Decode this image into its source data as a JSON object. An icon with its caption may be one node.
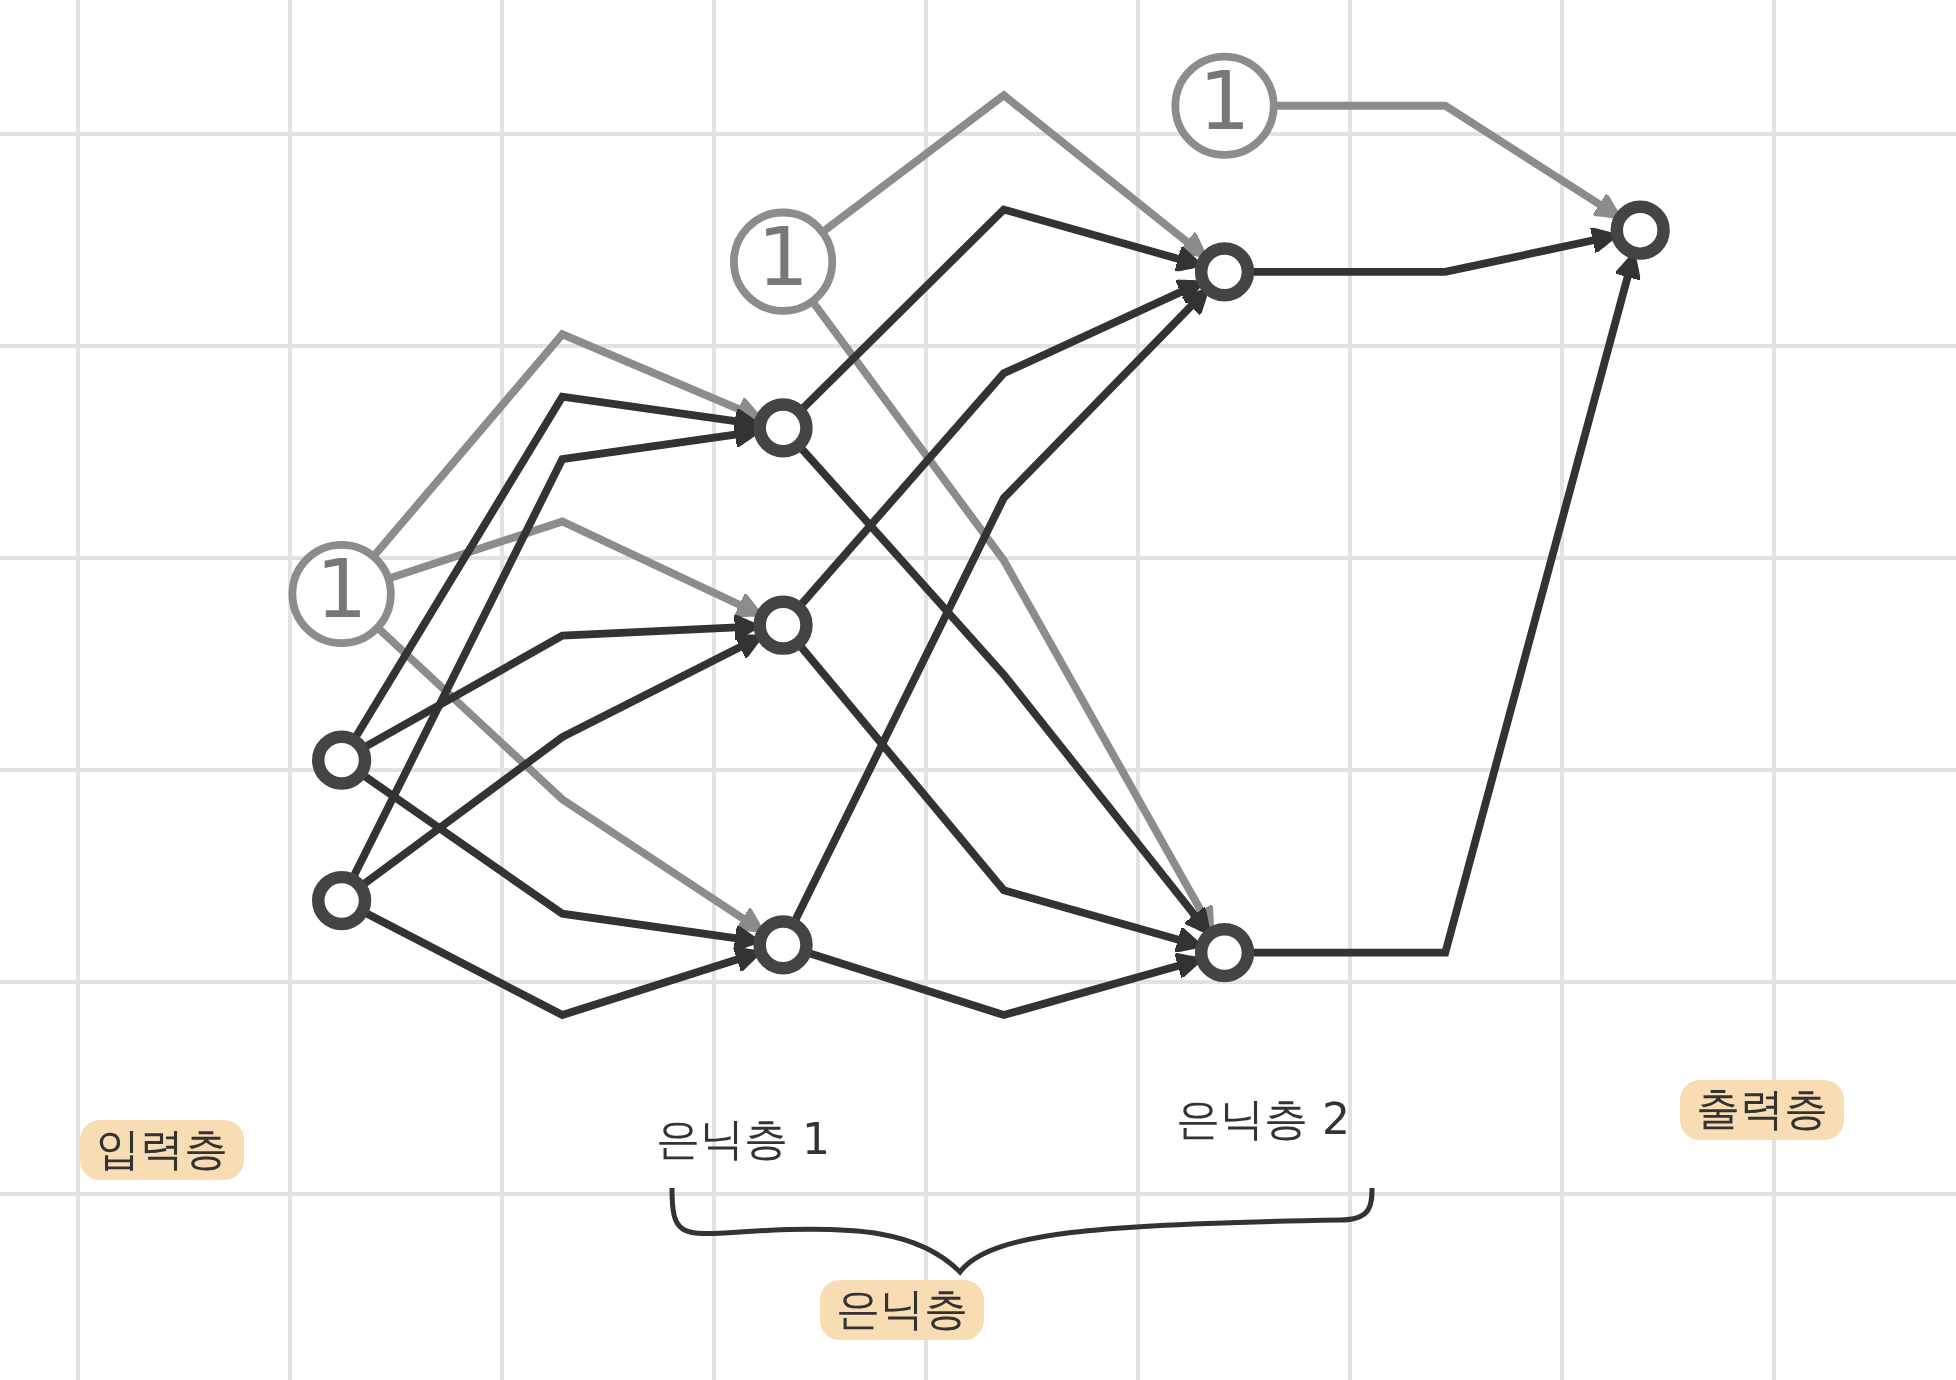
{
  "diagram": {
    "nodes": [
      {
        "text": [
          "1"
        ]
      },
      {
        "text": [],
        "shape": "circle"
      },
      {
        "text": [],
        "shape": "circle"
      },
      {
        "text": [
          "1"
        ]
      },
      {
        "text": [],
        "shape": "circle"
      },
      {
        "text": [],
        "shape": "circle"
      },
      {
        "text": [],
        "shape": "circle"
      },
      {
        "text": [
          "1"
        ]
      },
      {
        "text": [],
        "shape": "circle"
      },
      {
        "text": [],
        "shape": "circle"
      },
      {
        "text": [],
        "shape": "circle"
      }
    ],
    "edges": [
      {
        "from": 0,
        "to": 4,
        "arrow": "to",
        "color": "#8c8c8c"
      },
      {
        "from": 0,
        "to": 5,
        "arrow": "to",
        "color": "#8c8c8c"
      },
      {
        "from": 0,
        "to": 6,
        "arrow": "to",
        "color": "#8c8c8c"
      },
      {
        "from": 1,
        "to": 4,
        "arrow": "to"
      },
      {
        "from": 1,
        "to": 5,
        "arrow": "to"
      },
      {
        "from": 1,
        "to": 6,
        "arrow": "to"
      },
      {
        "from": 2,
        "to": 4,
        "arrow": "to"
      },
      {
        "from": 2,
        "to": 5,
        "arrow": "to"
      },
      {
        "from": 2,
        "to": 6,
        "arrow": "to"
      },
      {
        "from": 3,
        "to": 8,
        "arrow": "to",
        "color": "#8c8c8c"
      },
      {
        "from": 3,
        "to": 9,
        "arrow": "to",
        "color": "#8c8c8c"
      },
      {
        "from": 4,
        "to": 8,
        "arrow": "to"
      },
      {
        "from": 4,
        "to": 9,
        "arrow": "to"
      },
      {
        "from": 5,
        "to": 8,
        "arrow": "to"
      },
      {
        "from": 5,
        "to": 9,
        "arrow": "to"
      },
      {
        "from": 6,
        "to": 8,
        "arrow": "to"
      },
      {
        "from": 6,
        "to": 9,
        "arrow": "to"
      },
      {
        "from": 7,
        "to": 10,
        "arrow": "to",
        "color": "#8c8c8c"
      },
      {
        "from": 8,
        "to": 10,
        "arrow": "to"
      },
      {
        "from": 9,
        "to": 10,
        "arrow": "to"
      }
    ],
    "labels": [
      "입력층",
      "은닉층 1",
      "은닉층 2",
      "출력층",
      "은닉층"
    ]
  }
}
